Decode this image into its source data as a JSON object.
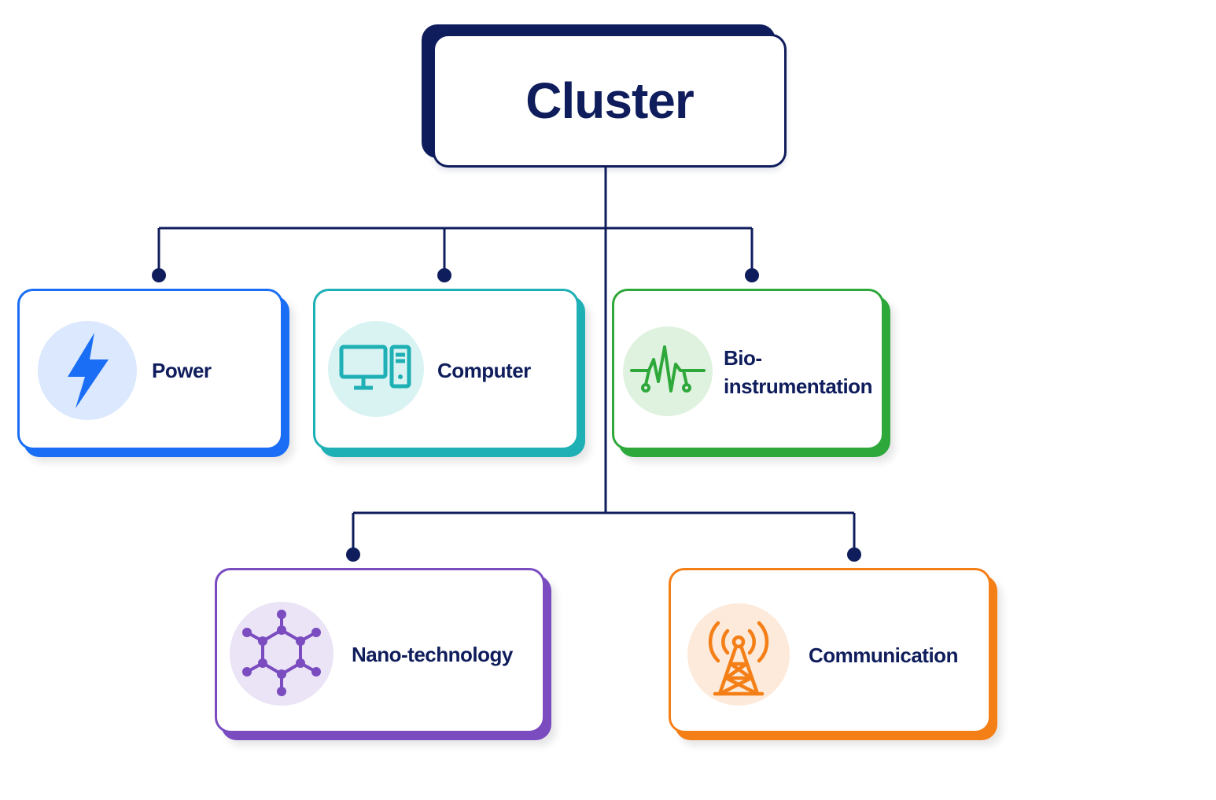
{
  "root": {
    "title": "Cluster"
  },
  "nodes": [
    {
      "id": "power",
      "label": "Power",
      "icon": "lightning-bolt-icon",
      "color": "#1a6ef5",
      "icon_bg": "#dbe8fd"
    },
    {
      "id": "computer",
      "label": "Computer",
      "icon": "desktop-computer-icon",
      "color": "#1fb0b5",
      "icon_bg": "#d9f3f3"
    },
    {
      "id": "bio",
      "label": "Bio-\ninstrumentation",
      "icon": "heartbeat-waveform-icon",
      "color": "#2ea83a",
      "icon_bg": "#dff2df"
    },
    {
      "id": "nano",
      "label": "Nano-technology",
      "icon": "molecule-hexagon-icon",
      "color": "#7a4cc0",
      "icon_bg": "#ebe3f6"
    },
    {
      "id": "comm",
      "label": "Communication",
      "icon": "radio-tower-icon",
      "color": "#f57f17",
      "icon_bg": "#fdeada"
    }
  ],
  "connector_color": "#0f1d5c"
}
